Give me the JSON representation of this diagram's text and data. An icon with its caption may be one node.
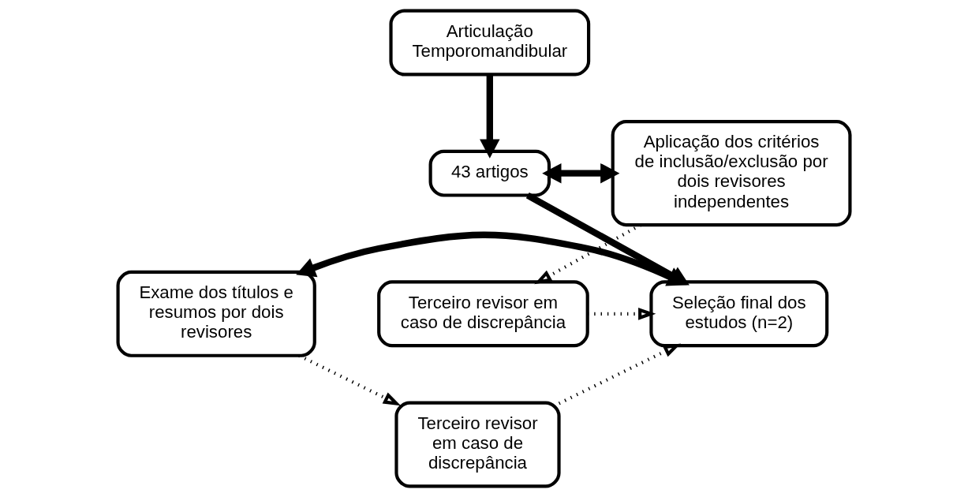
{
  "diagram": {
    "nodes": [
      {
        "text": [
          "Articulação Temporomandibular"
        ]
      },
      {
        "text": [
          "Aplicação dos critérios de inclusão/exclusão por dois revisores independentes"
        ]
      },
      {
        "text": [
          "Exame dos títulos e resumos por dois revisores"
        ]
      },
      {
        "text": [
          "43 artigos"
        ]
      },
      {
        "text": [
          "Terceiro revisor em caso de discrepância"
        ]
      },
      {
        "text": [
          "Seleção final dos estudos (n=2)"
        ]
      },
      {
        "text": [
          "Terceiro revisor em caso de discrepância"
        ]
      }
    ],
    "edges": [
      {
        "from": 0,
        "to": 3,
        "arrow": "to",
        "style": "thick"
      },
      {
        "from": 3,
        "to": 1,
        "arrow": "both",
        "style": "thick"
      },
      {
        "from": 3,
        "to": 5,
        "arrow": "to",
        "style": "thick"
      },
      {
        "from": 2,
        "to": 5,
        "arrow": "both",
        "style": "thick"
      },
      {
        "from": 1,
        "to": 4,
        "arrow": "to",
        "style": "dashed"
      },
      {
        "from": 4,
        "to": 5,
        "arrow": "to",
        "style": "dashed"
      },
      {
        "from": 2,
        "to": 6,
        "arrow": "to",
        "style": "dashed"
      },
      {
        "from": 6,
        "to": 5,
        "arrow": "to",
        "style": "dashed"
      }
    ]
  }
}
